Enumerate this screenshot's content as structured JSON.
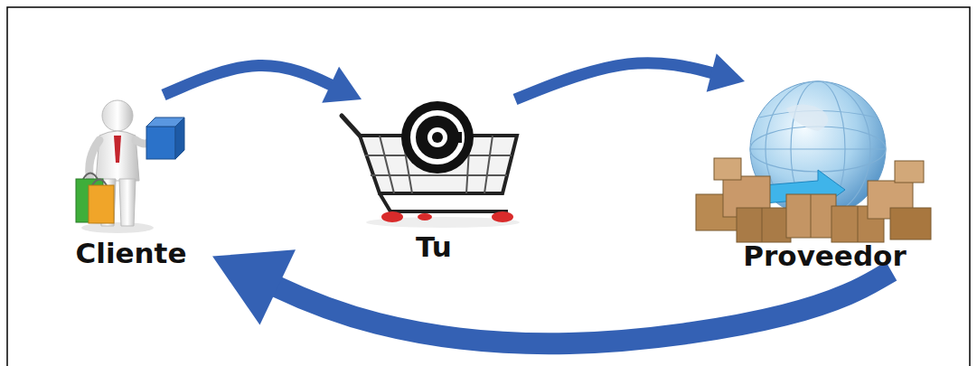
{
  "diagram": {
    "nodes": [
      {
        "text": [
          "Cliente"
        ]
      },
      {
        "text": [
          "Tu"
        ]
      },
      {
        "text": [
          "Proveedor"
        ]
      }
    ],
    "edges": [
      {
        "from": 0,
        "to": 1,
        "arrow": "to"
      },
      {
        "from": 1,
        "to": 2,
        "arrow": "to"
      },
      {
        "from": 2,
        "to": 0,
        "arrow": "to"
      }
    ]
  }
}
